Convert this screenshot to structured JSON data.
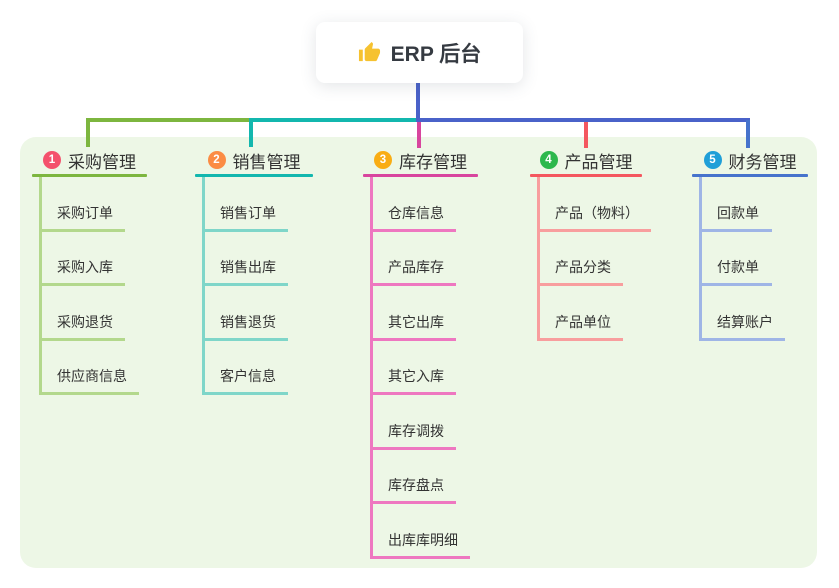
{
  "root": {
    "label": "ERP 后台",
    "icon": "thumbs-up-icon",
    "icon_color": "#f6c230",
    "connector_color": "#4a62c9"
  },
  "canvas": {
    "page_bg": "#ffffff",
    "panel_bg": "#edf7e6",
    "text_color": "#333333"
  },
  "branches": [
    {
      "number": "1",
      "label": "采购管理",
      "badge_color": "#f4516c",
      "line_color": "#7db63f",
      "child_line_color": "#b3d88c",
      "children": [
        "采购订单",
        "采购入库",
        "采购退货",
        "供应商信息"
      ]
    },
    {
      "number": "2",
      "label": "销售管理",
      "badge_color": "#fb8c44",
      "line_color": "#13b7ae",
      "child_line_color": "#7fd6c9",
      "children": [
        "销售订单",
        "销售出库",
        "销售退货",
        "客户信息"
      ]
    },
    {
      "number": "3",
      "label": "库存管理",
      "badge_color": "#f9ad14",
      "line_color": "#d8459e",
      "child_line_color": "#ee77c0",
      "children": [
        "仓库信息",
        "产品库存",
        "其它出库",
        "其它入库",
        "库存调拨",
        "库存盘点",
        "出库库明细"
      ]
    },
    {
      "number": "4",
      "label": "产品管理",
      "badge_color": "#2db84d",
      "line_color": "#f4575f",
      "child_line_color": "#f89e9e",
      "children": [
        "产品（物料）",
        "产品分类",
        "产品单位"
      ]
    },
    {
      "number": "5",
      "label": "财务管理",
      "badge_color": "#1f9fd8",
      "line_color": "#4673cc",
      "child_line_color": "#9fb5e6",
      "children": [
        "回款单",
        "付款单",
        "结算账户"
      ]
    }
  ]
}
